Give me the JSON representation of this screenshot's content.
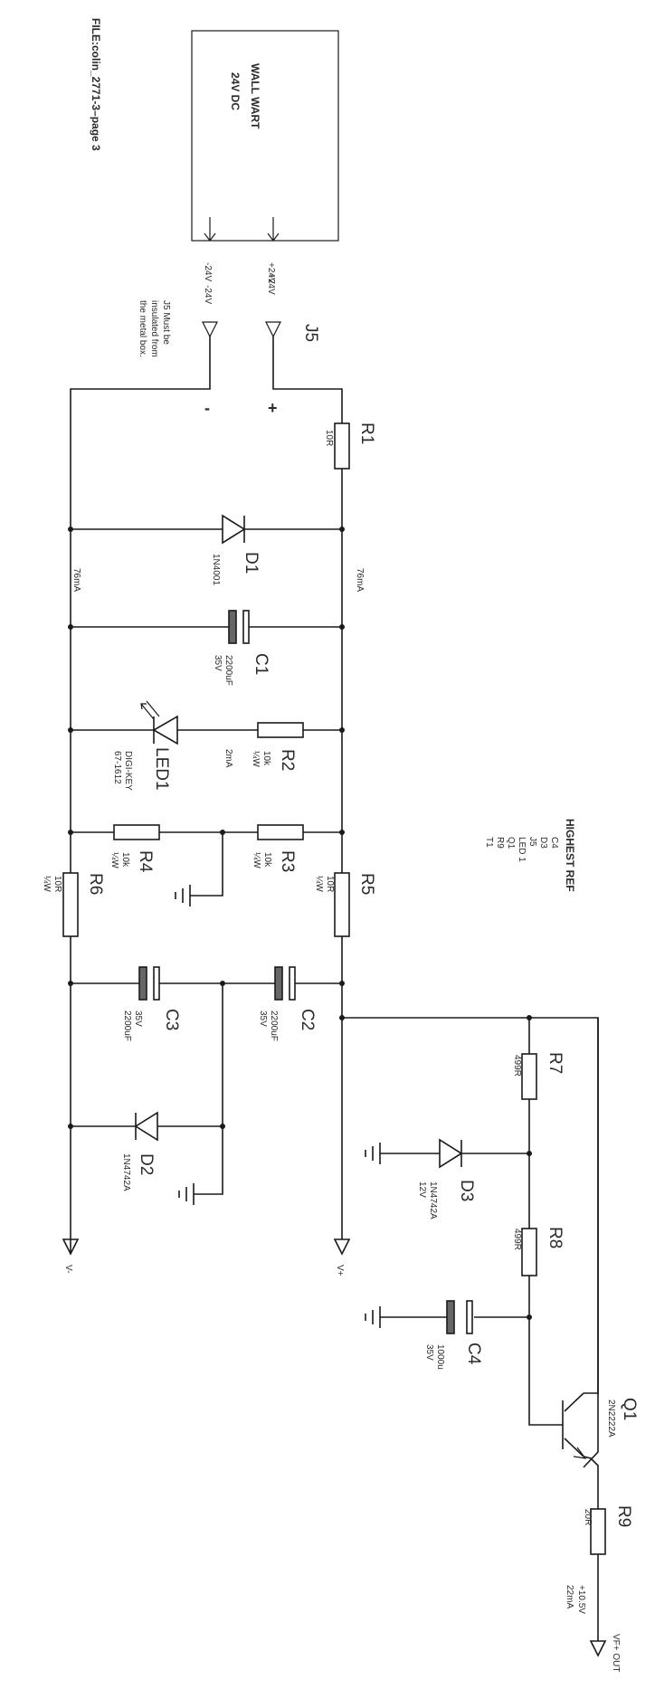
{
  "file_label": "FILE:colin_2771-3–page 3",
  "wall_wart": {
    "line1": "WALL WART",
    "line2": "24V DC",
    "pos_label": "+24V",
    "neg_label": "-24V"
  },
  "j5": {
    "ref": "J5",
    "pos_label": "+24V",
    "neg_label": "-24V",
    "note": [
      "J5 Must be",
      "insulated from",
      "the metal box."
    ]
  },
  "polarity": {
    "plus": "+",
    "minus": "-"
  },
  "currents": {
    "top": "76mA",
    "bottom": "76mA",
    "led": "2mA",
    "out": "22mA"
  },
  "highest_ref": {
    "title": "HIGHEST REF",
    "items": [
      "C4",
      "D3",
      "J5",
      "LED 1",
      "Q1",
      "R9",
      "T1"
    ]
  },
  "components": {
    "R1": {
      "ref": "R1",
      "value": "10R"
    },
    "D1": {
      "ref": "D1",
      "value": "1N4001"
    },
    "C1": {
      "ref": "C1",
      "value": "2200uF",
      "rating": "35V"
    },
    "R2": {
      "ref": "R2",
      "value": "10k",
      "rating": "¼W"
    },
    "LED1": {
      "ref": "LED1",
      "value": "DIGI-KEY",
      "part": "67-1612"
    },
    "R3": {
      "ref": "R3",
      "value": "10k",
      "rating": "¼W"
    },
    "R4": {
      "ref": "R4",
      "value": "10k",
      "rating": "¼W"
    },
    "R5": {
      "ref": "R5",
      "value": "10R",
      "rating": "¼W"
    },
    "R6": {
      "ref": "R6",
      "value": "10R",
      "rating": "¼W"
    },
    "C2": {
      "ref": "C2",
      "value": "2200uF",
      "rating": "35V"
    },
    "C3": {
      "ref": "C3",
      "value": "2200uF",
      "rating": "35V"
    },
    "D2": {
      "ref": "D2",
      "value": "1N4742A"
    },
    "R7": {
      "ref": "R7",
      "value": "499R"
    },
    "D3": {
      "ref": "D3",
      "value": "1N4742A",
      "rating": "12V"
    },
    "R8": {
      "ref": "R8",
      "value": "499R"
    },
    "C4": {
      "ref": "C4",
      "value": "1000u",
      "rating": "35V"
    },
    "Q1": {
      "ref": "Q1",
      "value": "2N2222A"
    },
    "R9": {
      "ref": "R9",
      "value": "20R"
    }
  },
  "nets": {
    "vplus": "V+",
    "vminus": "V-",
    "vf_out": "VF+ OUT",
    "out_voltage": "+10.5V"
  }
}
